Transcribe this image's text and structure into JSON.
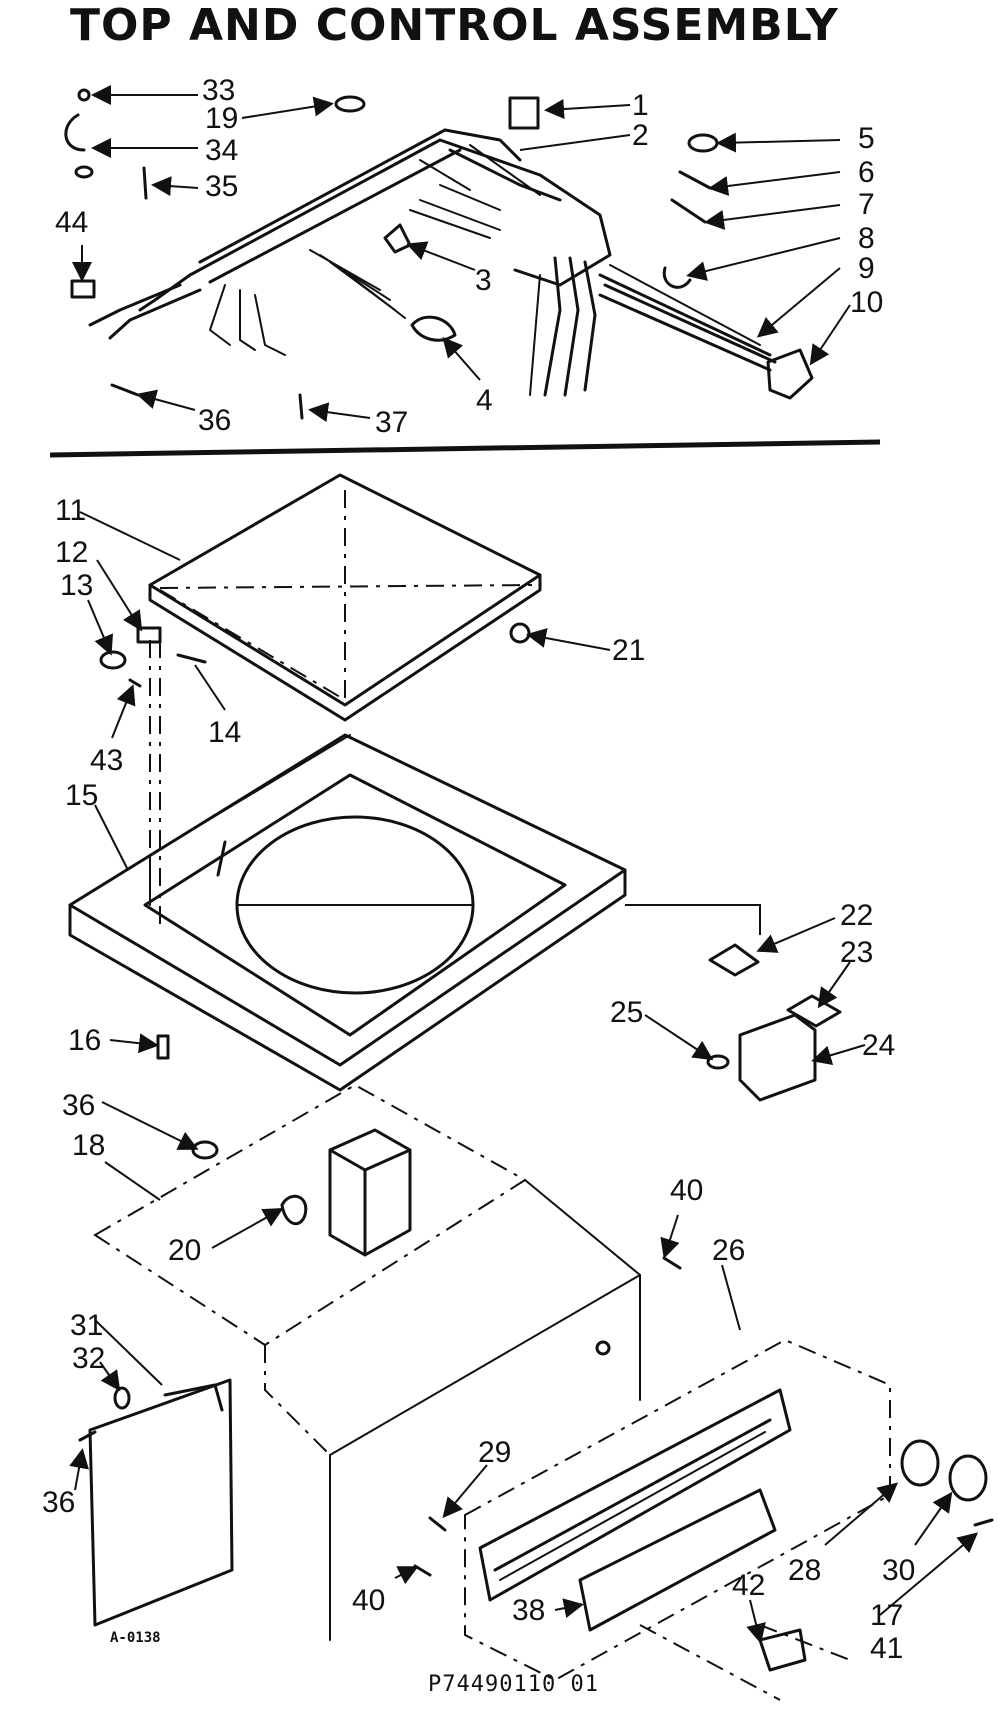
{
  "title": "TOP AND CONTROL ASSEMBLY",
  "drawing_code_left": "A-0138",
  "drawing_code_bottom": "P74490110 01",
  "callouts": [
    "1",
    "2",
    "3",
    "4",
    "5",
    "6",
    "7",
    "8",
    "9",
    "10",
    "11",
    "12",
    "13",
    "14",
    "15",
    "16",
    "17",
    "18",
    "19",
    "20",
    "21",
    "22",
    "23",
    "24",
    "25",
    "26",
    "28",
    "29",
    "30",
    "31",
    "32",
    "33",
    "34",
    "35",
    "36",
    "36",
    "36",
    "36",
    "37",
    "38",
    "40",
    "40",
    "41",
    "42",
    "43",
    "44"
  ]
}
